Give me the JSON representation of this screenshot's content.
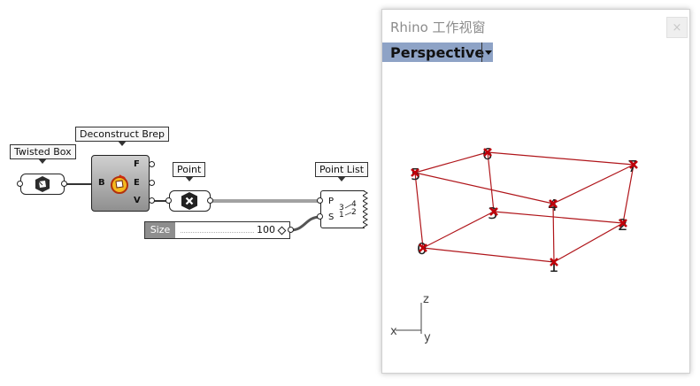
{
  "canvas": {
    "components": {
      "twisted_box": {
        "label": "Twisted Box",
        "icon": "twisted-box-icon"
      },
      "deconstruct_brep": {
        "label": "Deconstruct Brep",
        "input": "B",
        "outputs": [
          "F",
          "E",
          "V"
        ],
        "icon": "deconstruct-brep-icon"
      },
      "point": {
        "label": "Point",
        "icon": "point-param-icon"
      },
      "point_list": {
        "label": "Point List",
        "inputs": [
          "P",
          "S"
        ],
        "icon": "point-list-icon",
        "icon_digits": [
          "3",
          "4",
          "1",
          "2"
        ]
      },
      "slider": {
        "name": "Size",
        "value": "100"
      }
    }
  },
  "rhino": {
    "title": "Rhino 工作视窗",
    "close": "×",
    "viewport": "Perspective",
    "axes": {
      "x": "x",
      "y": "y",
      "z": "z"
    },
    "point_labels": [
      "0",
      "1",
      "2",
      "3",
      "4",
      "5",
      "6",
      "7"
    ],
    "colors": {
      "edge": "#b0161b",
      "marker": "#c0000a",
      "tab": "#8ea3c6"
    }
  }
}
